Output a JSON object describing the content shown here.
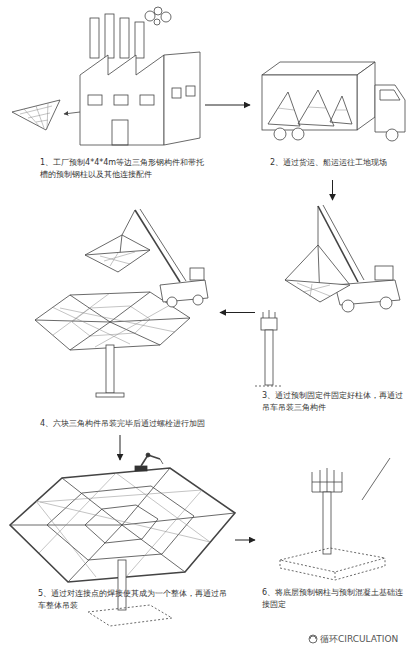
{
  "diagram": {
    "nodes": [
      {
        "text": [
          "1、工厂预制4*4*4m等边三角形钢构件和带托槽的预制钢柱以及其他连接配件"
        ]
      },
      {
        "text": [
          "2、通过货运、船运运往工地现场"
        ]
      },
      {
        "text": [
          "3、通过预制固定件固定好柱体，再通过吊车吊装三角构件"
        ]
      },
      {
        "text": [
          "4、六块三角构件吊装完毕后通过螺栓进行加固"
        ]
      },
      {
        "text": [
          "5、通过对连接点的焊接使其成为一个整体，再通过吊车整体吊装"
        ]
      },
      {
        "text": [
          "6、将底层预制钢柱与预制混凝土基础连接固定"
        ]
      }
    ],
    "edges": [
      {
        "from": 0,
        "to": 1,
        "arrow": "to"
      },
      {
        "from": 1,
        "to": 2,
        "arrow": "to"
      },
      {
        "from": 2,
        "to": 3,
        "arrow": "to"
      },
      {
        "from": 3,
        "to": 4,
        "arrow": "to"
      },
      {
        "from": 4,
        "to": 5,
        "arrow": "to"
      }
    ],
    "labels": [
      "循环CIRCULATION"
    ]
  }
}
